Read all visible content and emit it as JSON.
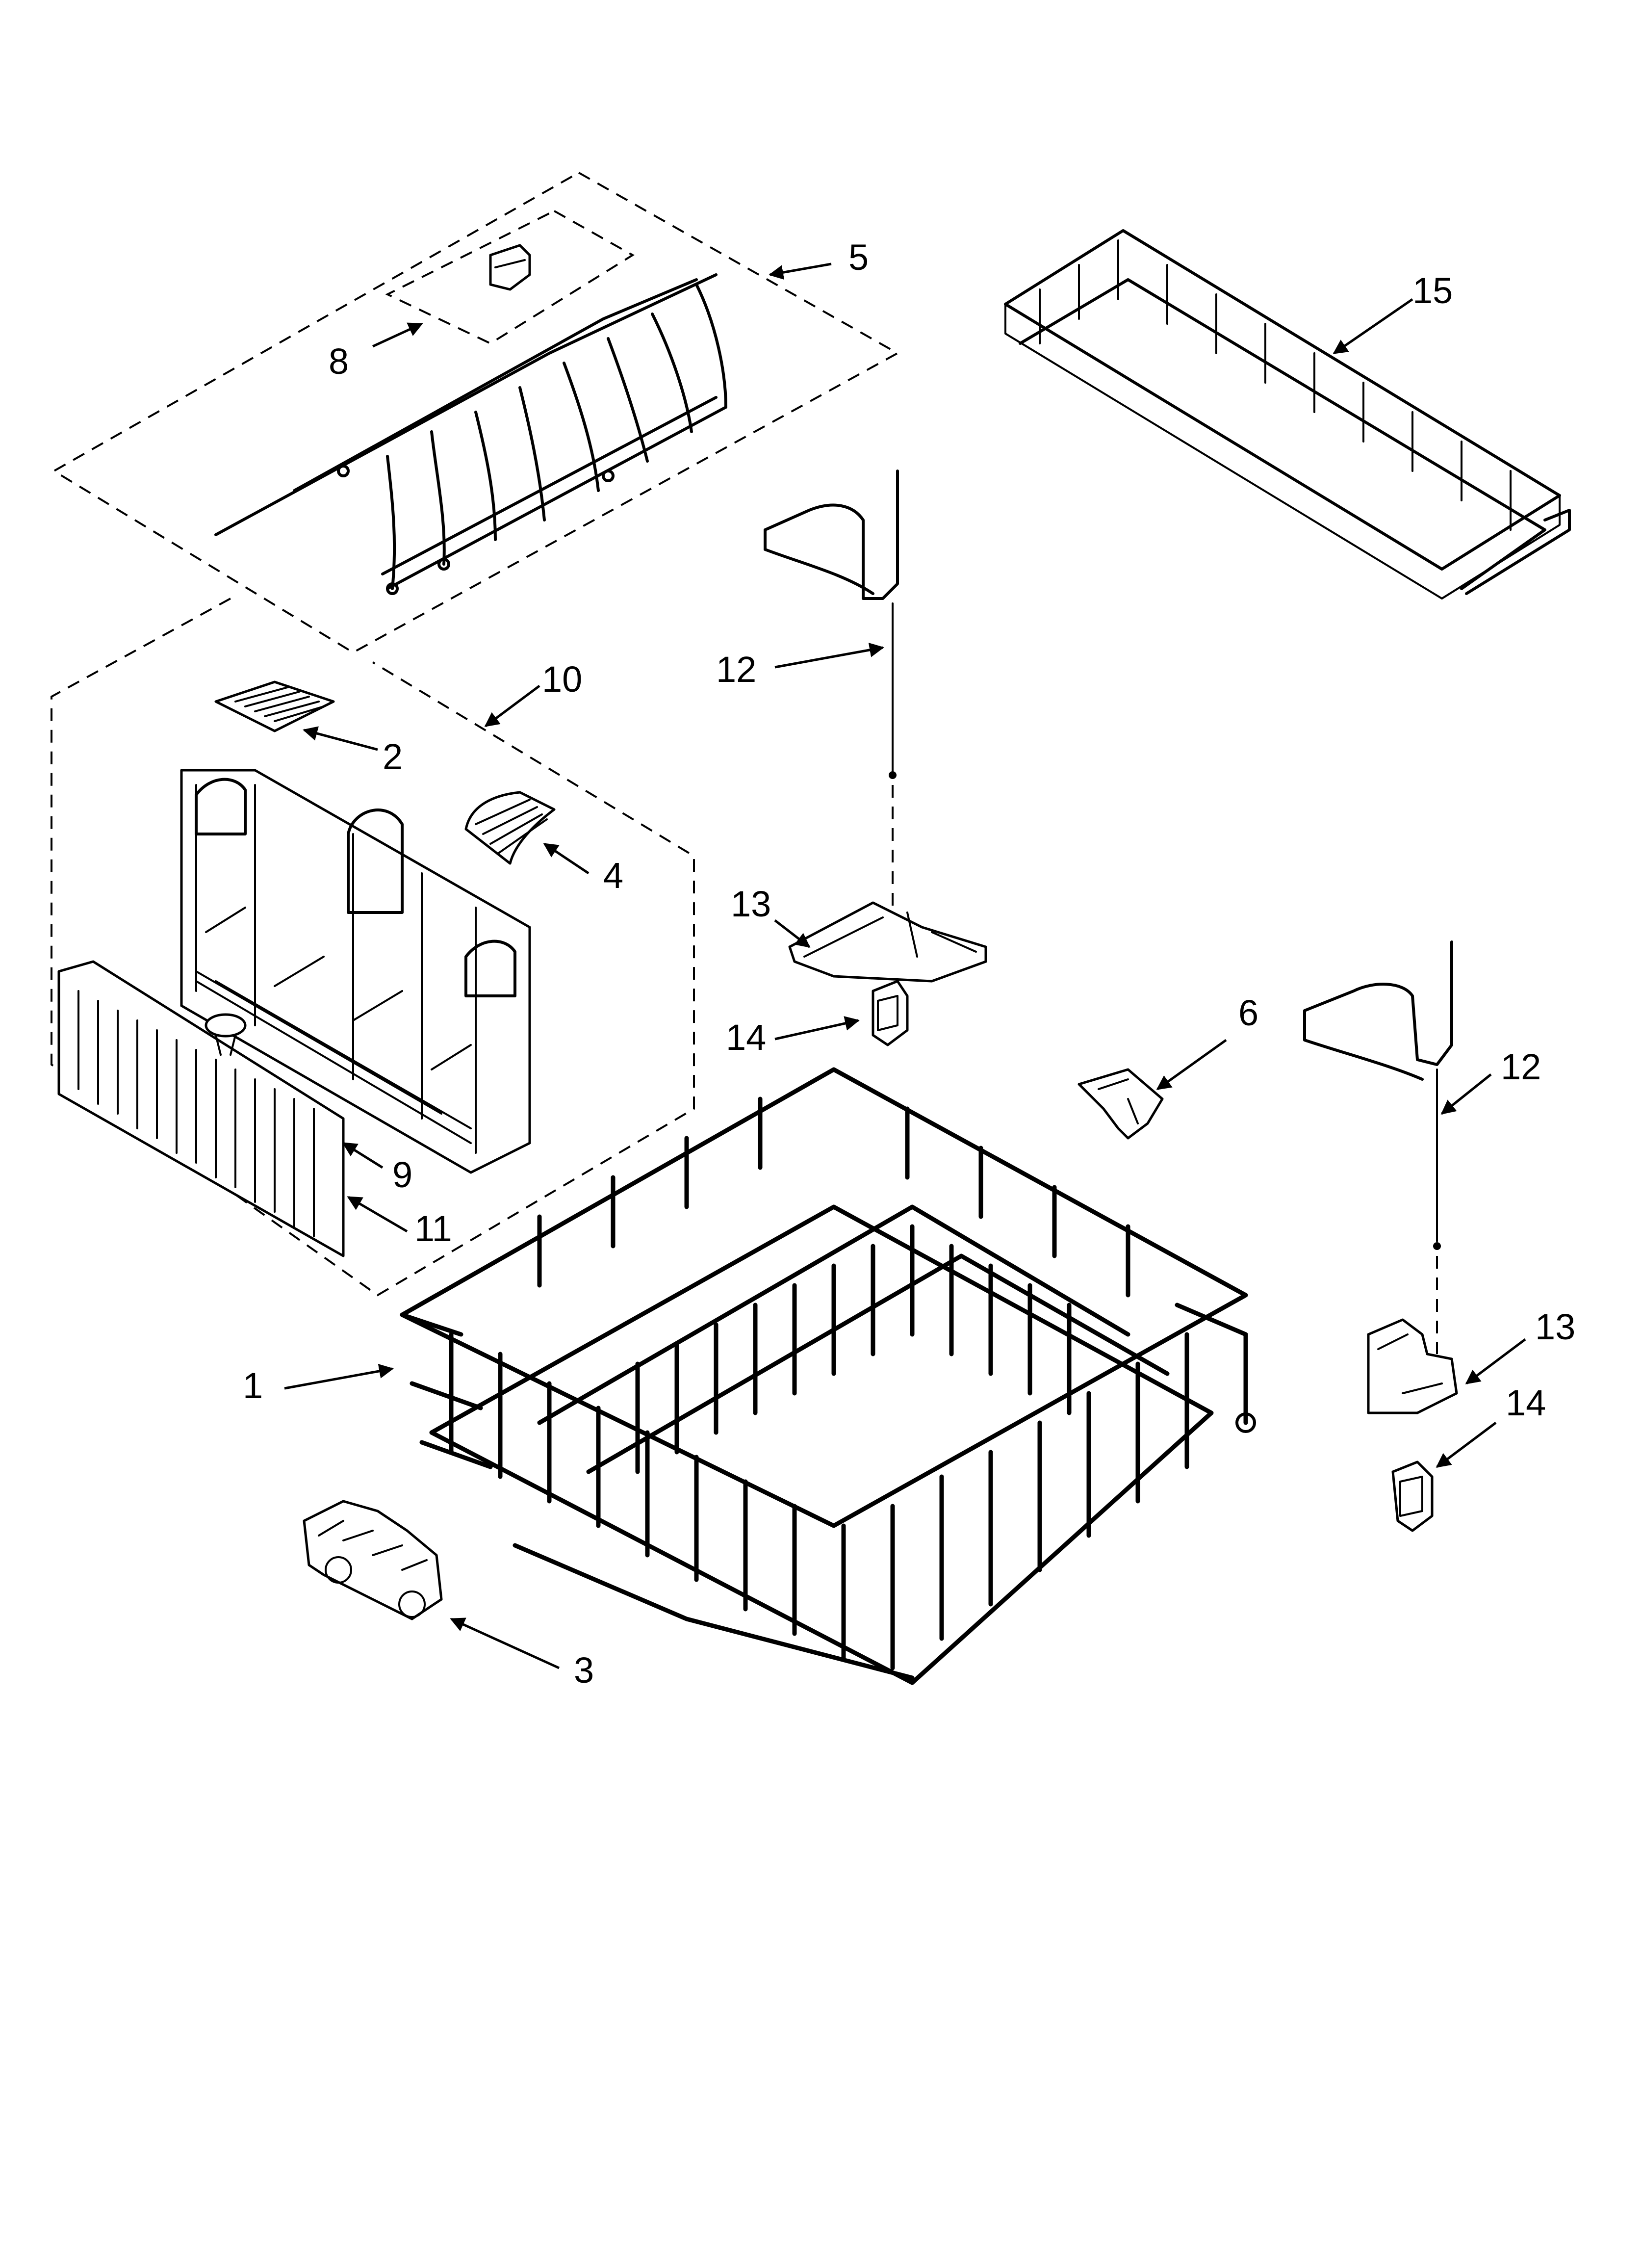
{
  "diagram": {
    "callouts": {
      "c1": "1",
      "c2": "2",
      "c3": "3",
      "c4": "4",
      "c5": "5",
      "c6": "6",
      "c8": "8",
      "c9": "9",
      "c10": "10",
      "c11": "11",
      "c12a": "12",
      "c12b": "12",
      "c13a": "13",
      "c13b": "13",
      "c14a": "14",
      "c14b": "14",
      "c15": "15"
    }
  }
}
